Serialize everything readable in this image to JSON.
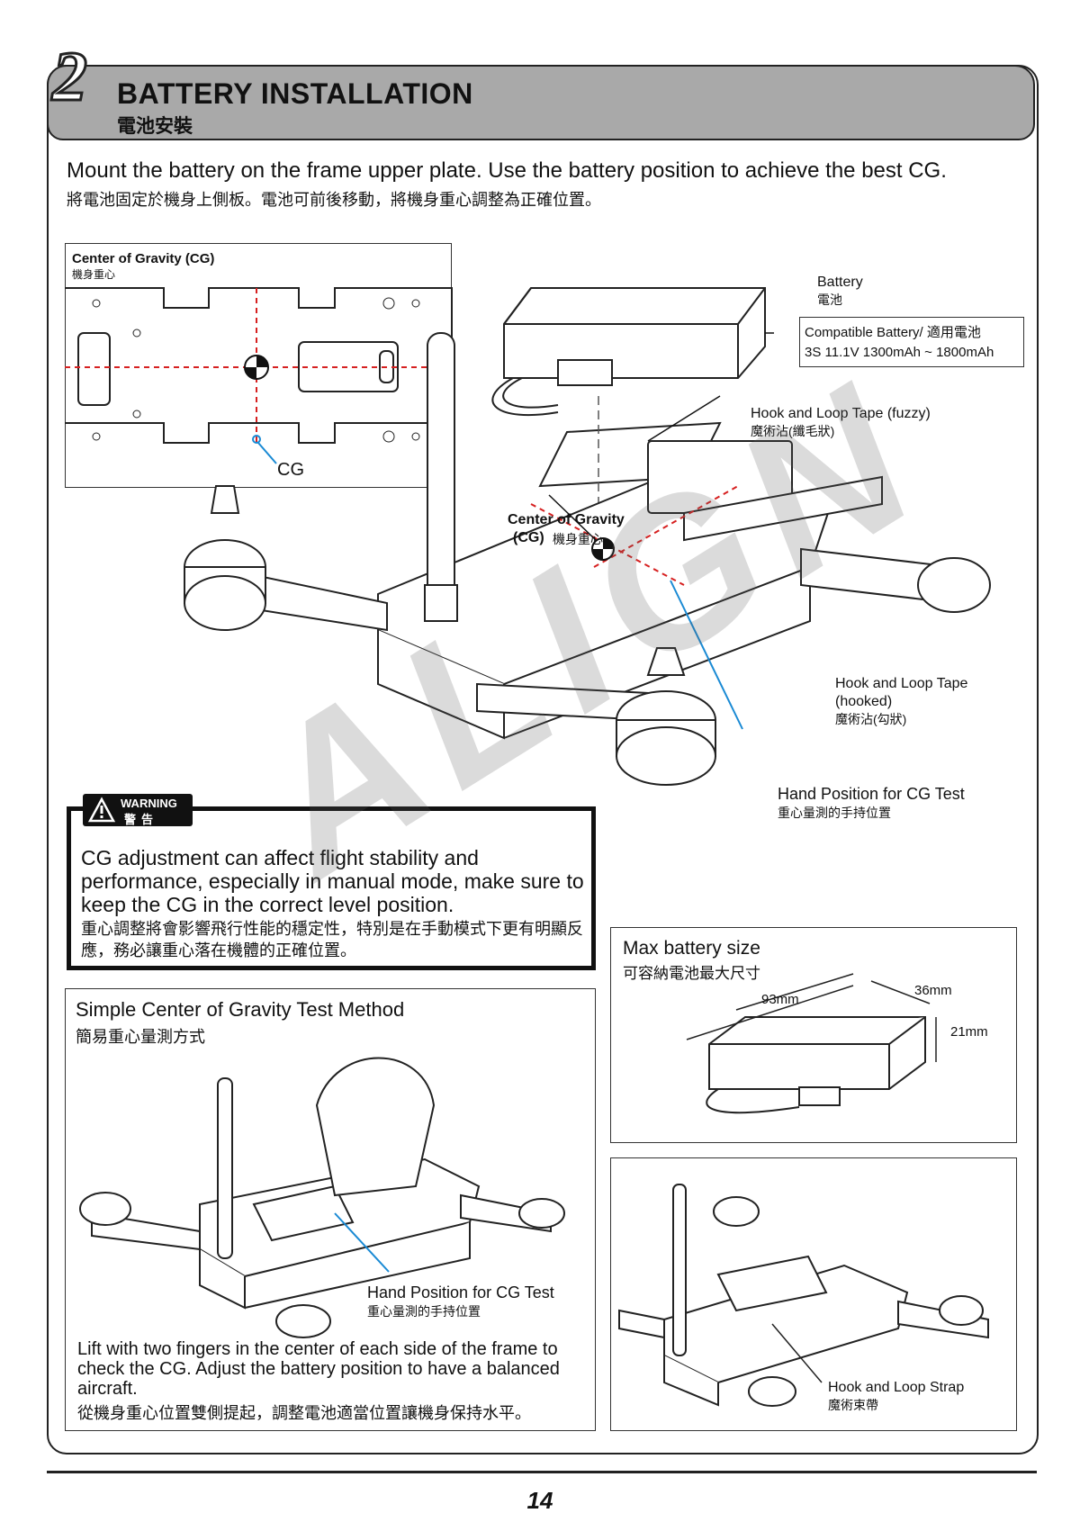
{
  "header": {
    "step_number": "2",
    "title": "BATTERY INSTALLATION",
    "subtitle": "電池安裝"
  },
  "intro": {
    "english": "Mount the battery on the frame upper plate.  Use the battery position to achieve the best CG.",
    "chinese": "將電池固定於機身上側板。電池可前後移動，將機身重心調整為正確位置。"
  },
  "cg_diagram": {
    "title_en": "Center of Gravity (CG)",
    "title_zh": "機身重心",
    "cg_label": "CG"
  },
  "main_labels": {
    "battery_en": "Battery",
    "battery_zh": "電池",
    "compatible_line1": "Compatible Battery/ 適用電池",
    "compatible_line2": "3S 11.1V 1300mAh ~ 1800mAh",
    "tape_fuzzy_en": "Hook and Loop Tape (fuzzy)",
    "tape_fuzzy_zh": "魔術沾(纖毛狀)",
    "cg_en_line1": "Center of Gravity",
    "cg_en_line2": "(CG)",
    "cg_zh": "機身重心",
    "tape_hooked_line1": "Hook and Loop Tape",
    "tape_hooked_line2": "(hooked)",
    "tape_hooked_zh": "魔術沾(勾狀)",
    "hand_pos_en": "Hand Position for CG Test",
    "hand_pos_zh": "重心量測的手持位置"
  },
  "warning": {
    "tag_en": "WARNING",
    "tag_zh": "警告",
    "text_en": "CG adjustment can affect flight stability and performance, especially in manual mode, make sure to keep the CG in the correct level position.",
    "text_zh": "重心調整將會影響飛行性能的穩定性，特別是在手動模式下更有明顯反應，務必讓重心落在機體的正確位置。"
  },
  "max_battery": {
    "title_en": "Max battery size",
    "title_zh": "可容納電池最大尺寸",
    "length": "93mm",
    "width": "36mm",
    "height": "21mm"
  },
  "test_method": {
    "title_en": "Simple Center of Gravity Test Method",
    "title_zh": "簡易重心量測方式",
    "hand_pos_en": "Hand Position for CG Test",
    "hand_pos_zh": "重心量測的手持位置",
    "body_en": "Lift with two fingers in the center of each side of the frame to check the CG. Adjust the battery position to have a balanced aircraft.",
    "body_zh": "從機身重心位置雙側提起，調整電池適當位置讓機身保持水平。"
  },
  "strap": {
    "label_en": "Hook and Loop Strap",
    "label_zh": "魔術束帶"
  },
  "watermark": "ALIGN",
  "page_number": "14"
}
